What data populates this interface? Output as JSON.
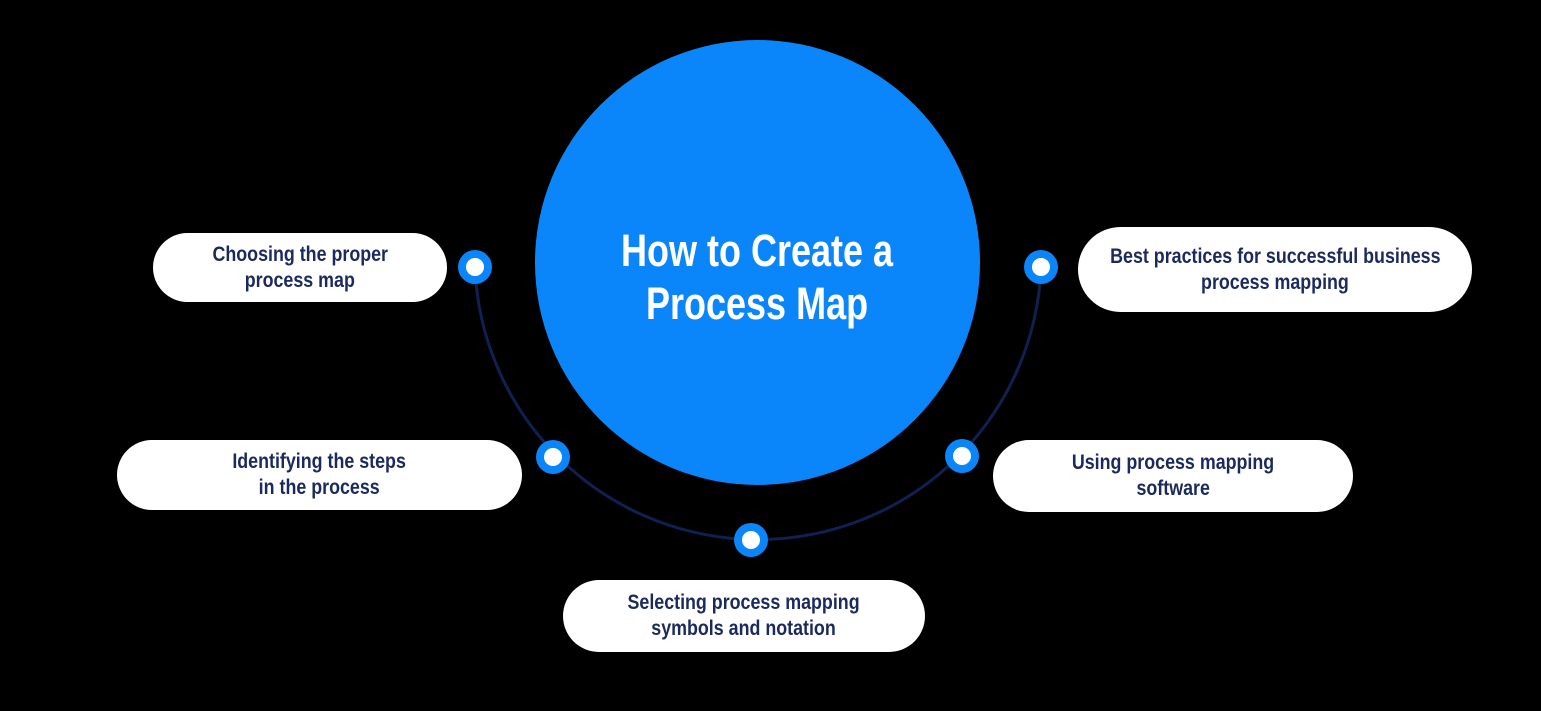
{
  "title": {
    "line1": "How to Create a",
    "line2": "Process Map"
  },
  "nodes": [
    {
      "line1": "Choosing the proper",
      "line2": "process map",
      "position": "top-left"
    },
    {
      "line1": "Identifying the steps",
      "line2": "in the process",
      "position": "mid-left"
    },
    {
      "line1": "Selecting process mapping",
      "line2": "symbols and notation",
      "position": "bottom"
    },
    {
      "line1": "Using process mapping",
      "line2": "software",
      "position": "mid-right"
    },
    {
      "line1": "Best practices for successful business",
      "line2": "process mapping",
      "position": "top-right"
    }
  ],
  "colors": {
    "background": "#000000",
    "accent_blue": "#0B86FA",
    "connector_navy": "#0E2150",
    "pill_background": "#FFFFFF",
    "pill_text": "#1B2A5E",
    "title_text": "#FFFFFF"
  }
}
